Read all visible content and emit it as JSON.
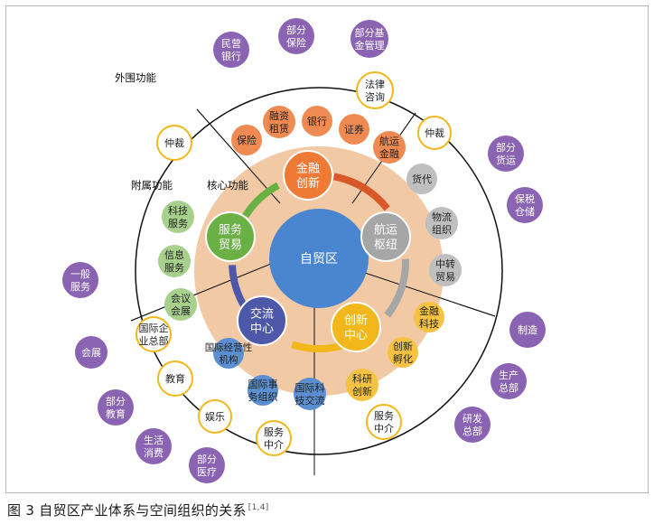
{
  "diagram": {
    "center": {
      "label": "自贸区",
      "color": "#4a86cf"
    },
    "core": [
      {
        "id": "finance",
        "lines": [
          "金融",
          "创新"
        ],
        "color": "#ef7a36"
      },
      {
        "id": "shipping",
        "lines": [
          "航运",
          "枢纽"
        ],
        "color": "#a6a6a6"
      },
      {
        "id": "innovation",
        "lines": [
          "创新",
          "中心"
        ],
        "color": "#f2b71a"
      },
      {
        "id": "exchange",
        "lines": [
          "交流",
          "中心"
        ],
        "color": "#4d58a9"
      },
      {
        "id": "trade",
        "lines": [
          "服务",
          "贸易"
        ],
        "color": "#6ab044"
      }
    ],
    "inner_ring": [
      {
        "lines": [
          "保险"
        ],
        "color": "#ef8b52"
      },
      {
        "lines": [
          "融资",
          "租赁"
        ],
        "color": "#ef8b52"
      },
      {
        "lines": [
          "银行"
        ],
        "color": "#ef8b52"
      },
      {
        "lines": [
          "证券"
        ],
        "color": "#ef8b52"
      },
      {
        "lines": [
          "航运",
          "金融"
        ],
        "color": "#ef8b52"
      },
      {
        "lines": [
          "货代"
        ],
        "color": "#bfbfbf"
      },
      {
        "lines": [
          "物流",
          "组织"
        ],
        "color": "#bfbfbf"
      },
      {
        "lines": [
          "中转",
          "贸易"
        ],
        "color": "#bfbfbf"
      },
      {
        "lines": [
          "金融",
          "科技"
        ],
        "color": "#f5c242"
      },
      {
        "lines": [
          "创新",
          "孵化"
        ],
        "color": "#f5c242"
      },
      {
        "lines": [
          "科研",
          "创新"
        ],
        "color": "#f5c242"
      },
      {
        "lines": [
          "国际科",
          "技交流"
        ],
        "color": "#5b8fd2"
      },
      {
        "lines": [
          "国际事",
          "务组织"
        ],
        "color": "#5b8fd2"
      },
      {
        "lines": [
          "国际经营性",
          "机构"
        ],
        "color": "#5b8fd2"
      },
      {
        "lines": [
          "会议",
          "会展"
        ],
        "color": "#a8d08d"
      },
      {
        "lines": [
          "信息",
          "服务"
        ],
        "color": "#a8d08d"
      },
      {
        "lines": [
          "科技",
          "服务"
        ],
        "color": "#a8d08d"
      }
    ],
    "outer_ring": [
      {
        "lines": [
          "仲裁"
        ],
        "color": "#ffffff",
        "border": "#f2b71a"
      },
      {
        "lines": [
          "法律",
          "咨询"
        ],
        "color": "#ffffff",
        "border": "#f2b71a"
      },
      {
        "lines": [
          "仲裁"
        ],
        "color": "#ffffff",
        "border": "#f2b71a"
      },
      {
        "lines": [
          "国际企",
          "业总部"
        ],
        "color": "#ffffff",
        "border": "#f2b71a"
      },
      {
        "lines": [
          "教育"
        ],
        "color": "#ffffff",
        "border": "#f2b71a"
      },
      {
        "lines": [
          "娱乐"
        ],
        "color": "#ffffff",
        "border": "#f2b71a"
      },
      {
        "lines": [
          "服务",
          "中介"
        ],
        "color": "#ffffff",
        "border": "#f2b71a"
      },
      {
        "lines": [
          "服务",
          "中介"
        ],
        "color": "#ffffff",
        "border": "#f2b71a"
      }
    ],
    "peripheral": [
      {
        "lines": [
          "民营",
          "银行"
        ],
        "color": "#8a63b3"
      },
      {
        "lines": [
          "部分",
          "保险"
        ],
        "color": "#8a63b3"
      },
      {
        "lines": [
          "部分基",
          "金管理"
        ],
        "color": "#8a63b3"
      },
      {
        "lines": [
          "部分",
          "货运"
        ],
        "color": "#8a63b3"
      },
      {
        "lines": [
          "保税",
          "仓储"
        ],
        "color": "#8a63b3"
      },
      {
        "lines": [
          "一般",
          "服务"
        ],
        "color": "#8a63b3"
      },
      {
        "lines": [
          "制造"
        ],
        "color": "#8a63b3"
      },
      {
        "lines": [
          "会展"
        ],
        "color": "#8a63b3"
      },
      {
        "lines": [
          "生产",
          "总部"
        ],
        "color": "#8a63b3"
      },
      {
        "lines": [
          "研发",
          "总部"
        ],
        "color": "#8a63b3"
      },
      {
        "lines": [
          "部分",
          "教育"
        ],
        "color": "#8a63b3"
      },
      {
        "lines": [
          "生活",
          "消费"
        ],
        "color": "#8a63b3"
      },
      {
        "lines": [
          "部分",
          "医疗"
        ],
        "color": "#8a63b3"
      }
    ],
    "zone_labels": {
      "outer": "外围功能",
      "attached": "附属功能",
      "core": "核心功能"
    },
    "colors": {
      "core_disk": "#f1c9a5",
      "outer_circle": "#111111"
    }
  },
  "caption": {
    "text": "图 3  自贸区产业体系与空间组织的关系",
    "ref": "[1,4]"
  }
}
